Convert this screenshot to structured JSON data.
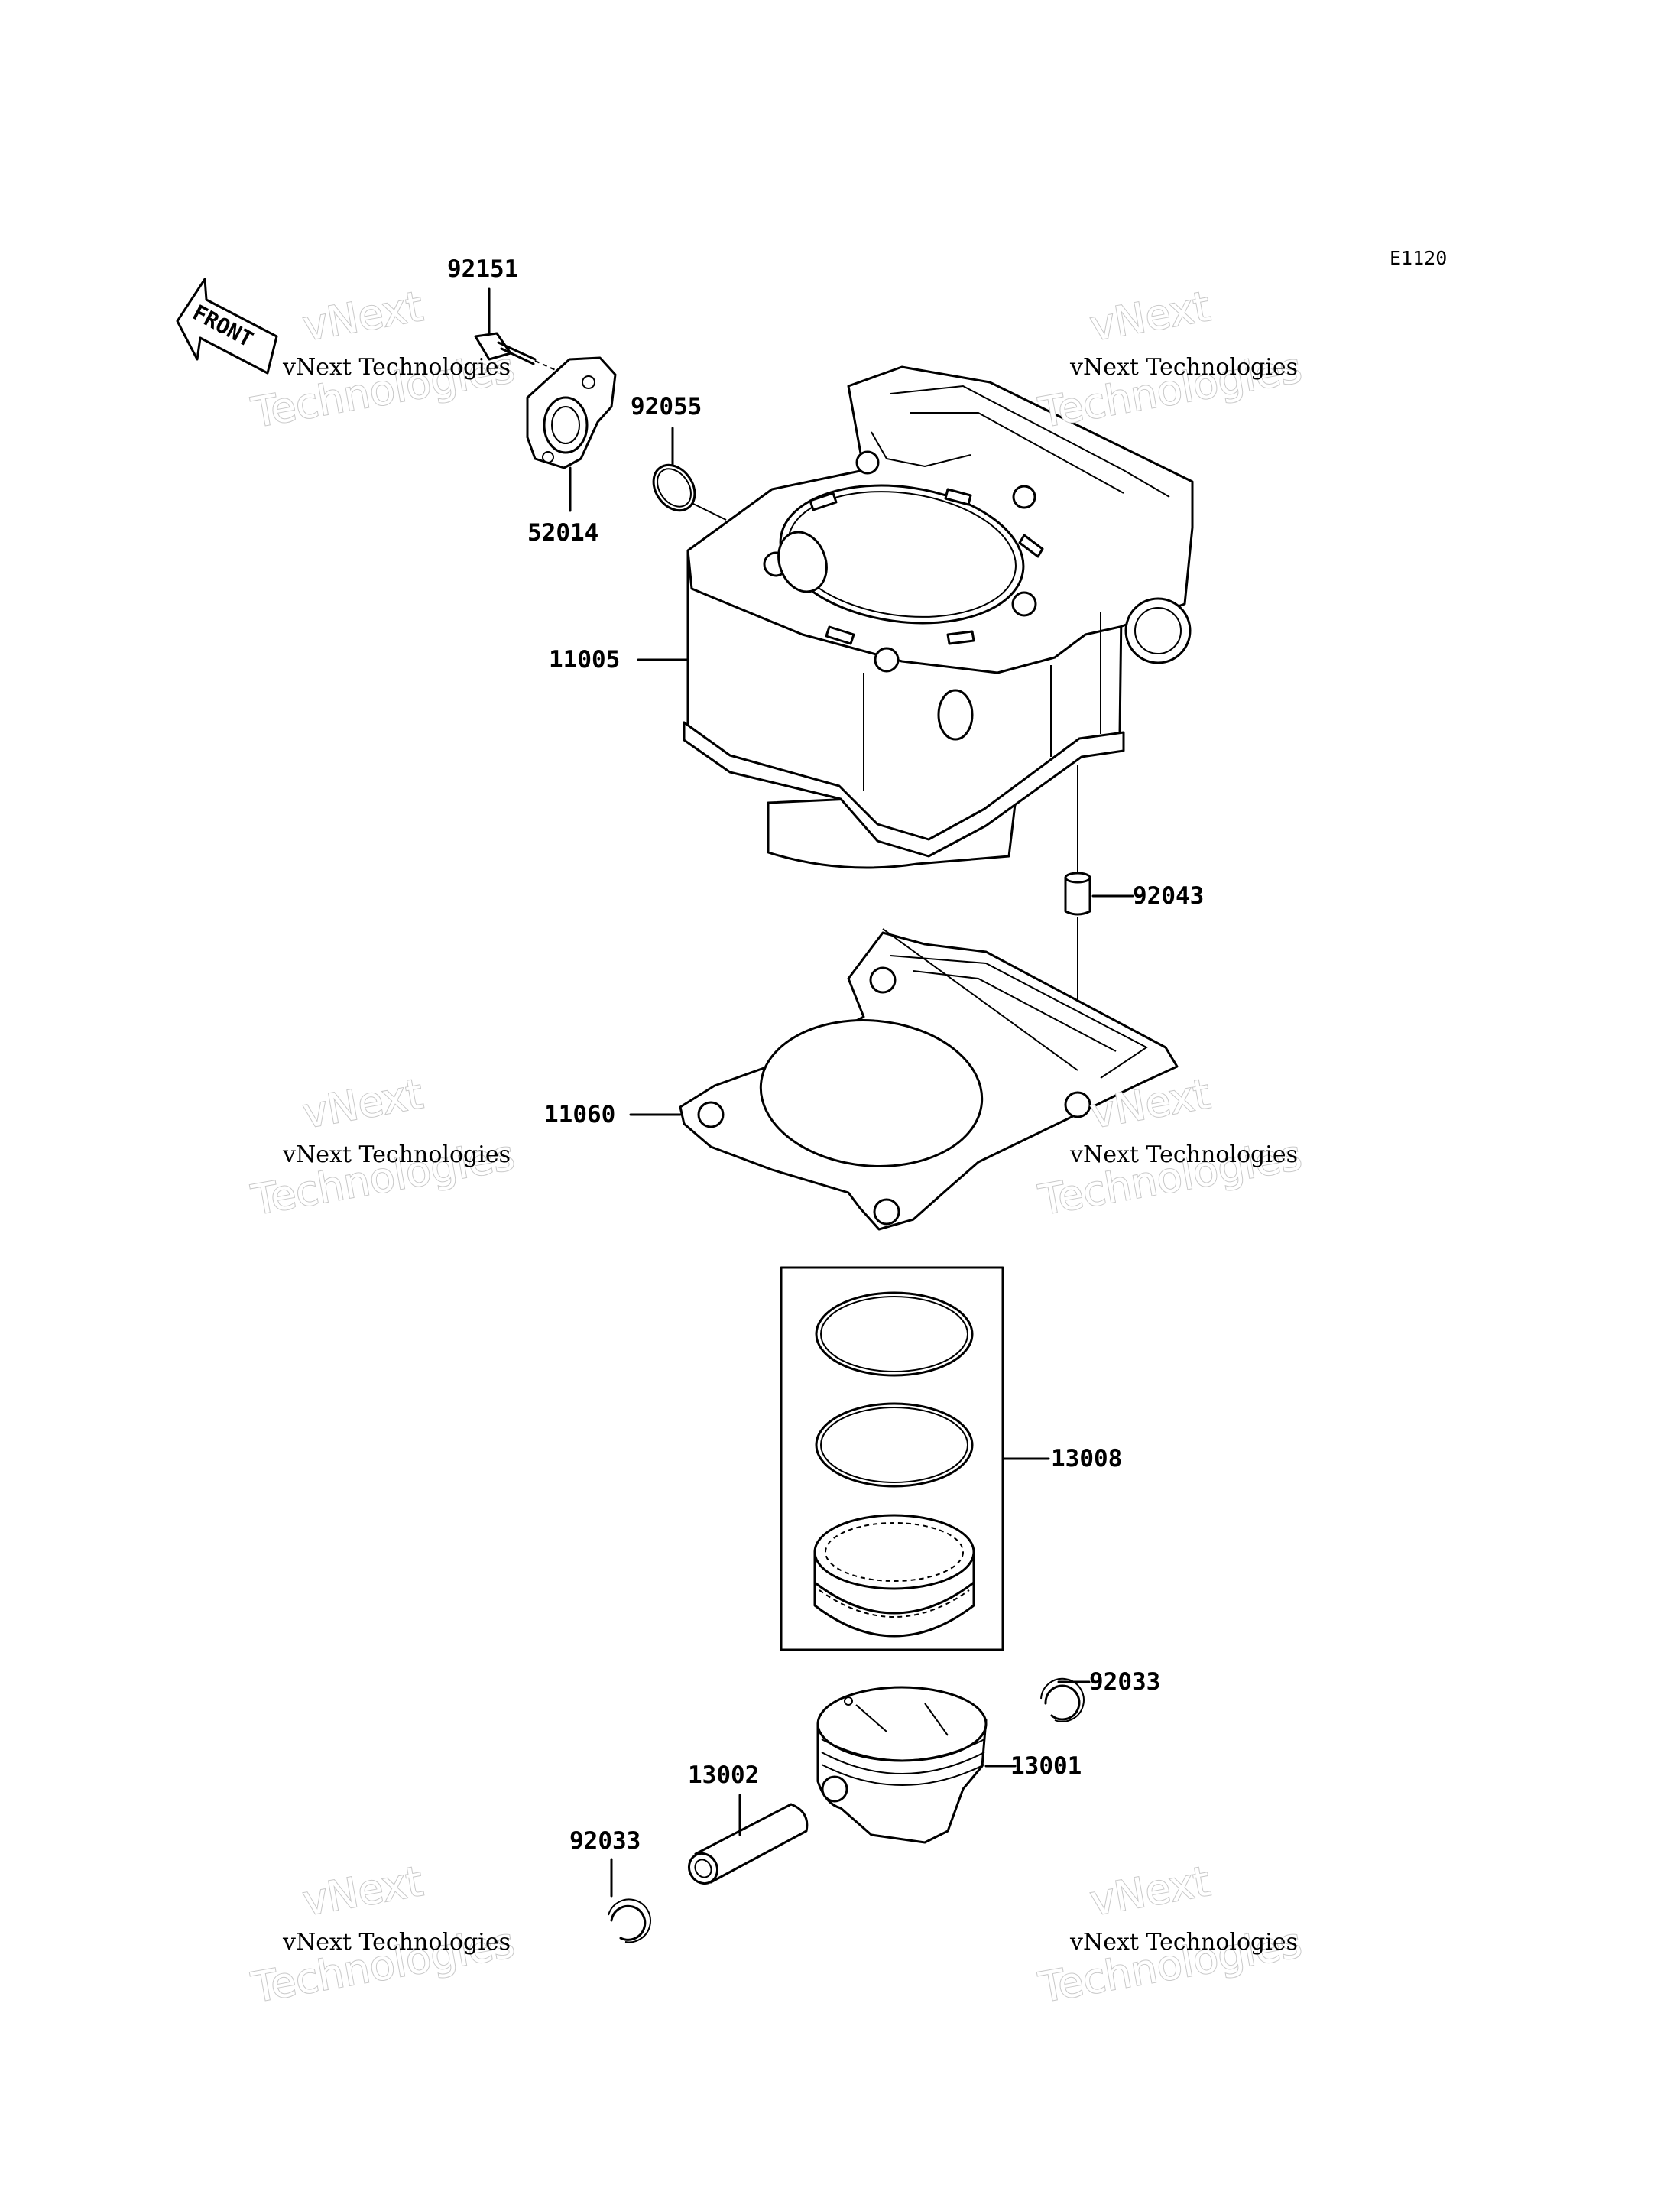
{
  "diagram_code": "E1120",
  "front_label": "FRONT",
  "watermark": {
    "line_small": "vNext Technologies",
    "line_big_1": "vNext",
    "line_big_2": "Technologies"
  },
  "parts": [
    {
      "id": "p92151",
      "number": "92151"
    },
    {
      "id": "p52014",
      "number": "52014"
    },
    {
      "id": "p92055",
      "number": "92055"
    },
    {
      "id": "p11005",
      "number": "11005"
    },
    {
      "id": "p92043",
      "number": "92043"
    },
    {
      "id": "p11060",
      "number": "11060"
    },
    {
      "id": "p13008",
      "number": "13008"
    },
    {
      "id": "p92033a",
      "number": "92033"
    },
    {
      "id": "p13001",
      "number": "13001"
    },
    {
      "id": "p13002",
      "number": "13002"
    },
    {
      "id": "p92033b",
      "number": "92033"
    }
  ]
}
